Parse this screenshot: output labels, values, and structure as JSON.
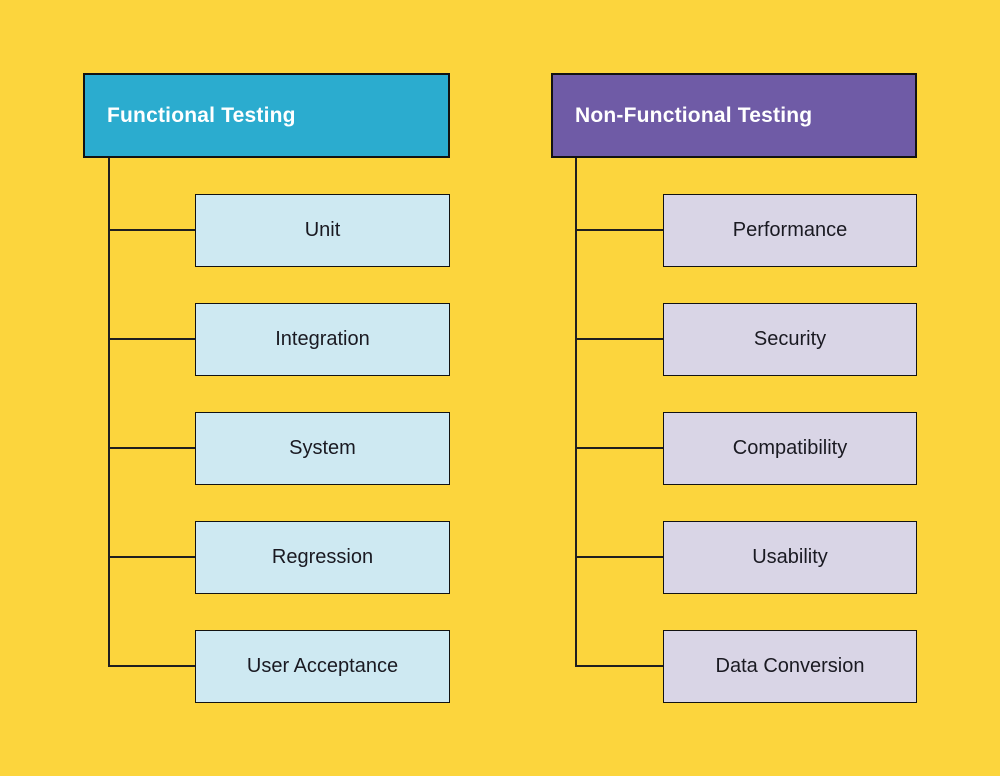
{
  "colors": {
    "background": "#FCD53D",
    "functional-header-bg": "#2BACCF",
    "functional-child-bg": "#CEE9F2",
    "nonfunctional-header-bg": "#6F5BA6",
    "nonfunctional-child-bg": "#D9D5E6",
    "header-text": "#FFFFFF",
    "child-text": "#1A1A22",
    "box-border": "#121212",
    "line": "#1F1F1F"
  },
  "columns": [
    {
      "id": "functional",
      "header": {
        "label": "Functional Testing"
      },
      "children": [
        {
          "label": "Unit"
        },
        {
          "label": "Integration"
        },
        {
          "label": "System"
        },
        {
          "label": "Regression"
        },
        {
          "label": "User Acceptance"
        }
      ]
    },
    {
      "id": "non-functional",
      "header": {
        "label": "Non-Functional Testing"
      },
      "children": [
        {
          "label": "Performance"
        },
        {
          "label": "Security"
        },
        {
          "label": "Compatibility"
        },
        {
          "label": "Usability"
        },
        {
          "label": "Data Conversion"
        }
      ]
    }
  ]
}
